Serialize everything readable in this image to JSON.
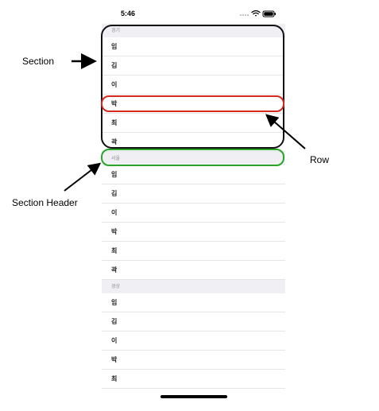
{
  "status_bar": {
    "time": "5:46",
    "icons": [
      "signal-dots-icon",
      "wifi-icon",
      "battery-icon"
    ]
  },
  "sections": [
    {
      "header": "경기",
      "rows": [
        "임",
        "김",
        "이",
        "박",
        "최",
        "곽"
      ]
    },
    {
      "header": "서울",
      "rows": [
        "임",
        "김",
        "이",
        "박",
        "최",
        "곽"
      ]
    },
    {
      "header": "경상",
      "rows": [
        "임",
        "김",
        "이",
        "박",
        "최"
      ]
    }
  ],
  "annotations": {
    "section_label": "Section",
    "row_label": "Row",
    "section_header_label": "Section Header"
  },
  "colors": {
    "section_outline": "#111111",
    "row_outline": "#d62a1e",
    "section_header_outline": "#2aa52a",
    "section_header_background": "#efeff4"
  }
}
